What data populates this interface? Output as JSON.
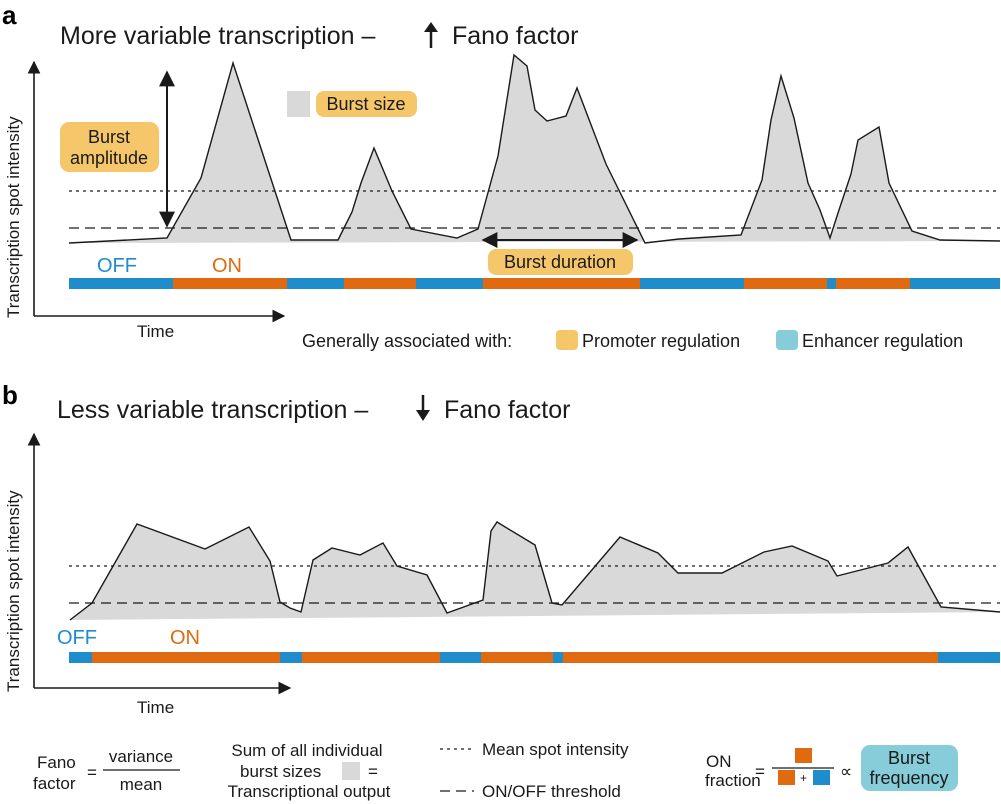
{
  "colors": {
    "on": "#e06a10",
    "off": "#1f8ccc",
    "promoter": "#f5c76a",
    "enhancer": "#86ccd9",
    "fill": "#d9d9d9"
  },
  "panel_a": {
    "letter": "a",
    "title_pre": "More variable transcription –",
    "title_post": "Fano factor",
    "arrow_direction": "up",
    "ylabel": "Transcription spot intensity",
    "xlabel": "Time",
    "off_label": "OFF",
    "on_label": "ON",
    "burst_amplitude_line1": "Burst",
    "burst_amplitude_line2": "amplitude",
    "burst_size": "Burst size",
    "burst_duration": "Burst duration",
    "associated_label": "Generally associated with:",
    "promoter_label": "Promoter regulation",
    "enhancer_label": "Enhancer regulation"
  },
  "panel_b": {
    "letter": "b",
    "title_pre": "Less variable transcription –",
    "title_post": "Fano factor",
    "arrow_direction": "down",
    "ylabel": "Transcription spot intensity",
    "xlabel": "Time",
    "off_label": "OFF",
    "on_label": "ON"
  },
  "legend": {
    "fano_line1": "Fano",
    "fano_line2": "factor",
    "equals": "=",
    "variance": "variance",
    "mean": "mean",
    "sum_line1": "Sum of all individual",
    "sum_line2": "burst sizes",
    "sum_line3": "Transcriptional output",
    "mean_intensity": "Mean spot intensity",
    "threshold": "ON/OFF threshold",
    "on_fraction_line1": "ON",
    "on_fraction_line2": "fraction",
    "plus": "+",
    "proportional": "∝",
    "burst_line1": "Burst",
    "burst_line2": "frequency"
  }
}
